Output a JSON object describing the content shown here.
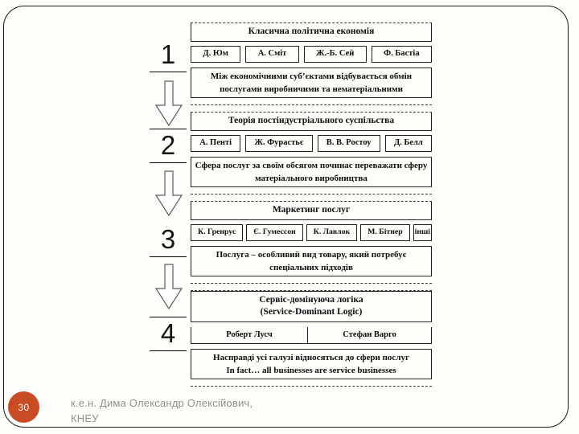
{
  "slide": {
    "number": "30",
    "footer_line1": "к.е.н. Дима Олександр Олексійович,",
    "footer_line2": "КНЕУ",
    "accent_color": "#c84b23"
  },
  "stages": [
    {
      "number": "1",
      "title": "Класична політична економія",
      "authors": [
        "Д. Юм",
        "А. Сміт",
        "Ж.-Б. Сей",
        "Ф. Бастіа"
      ],
      "description": "Між економічними суб’єктами відбувається обмін послугами виробничими та нематеріальними"
    },
    {
      "number": "2",
      "title": "Теорія постіндустріального суспільства",
      "authors": [
        "А. Пенті",
        "Ж. Фурастьє",
        "В. В. Ростоу",
        "Д. Белл"
      ],
      "description": "Сфера послуг за своїм обсягом починає переважати сферу матеріального виробництва"
    },
    {
      "number": "3",
      "title": "Маркетинг послуг",
      "authors": [
        "К. Гренрус",
        "Є. Гумессон",
        "К. Лавлок",
        "М. Бітнер",
        "інші"
      ],
      "description": "Послуга – особливий вид товару, який потребує спеціальних підходів"
    },
    {
      "number": "4",
      "title": "Сервіс-домінуюча логіка",
      "title_line2": "(Service-Dominant Logic)",
      "authors": [
        "Роберт Лусч",
        "Стефан Варго"
      ],
      "description": "Насправді усі галузі відносяться до сфери послуг",
      "description_en": "In fact… all businesses are service businesses"
    }
  ]
}
